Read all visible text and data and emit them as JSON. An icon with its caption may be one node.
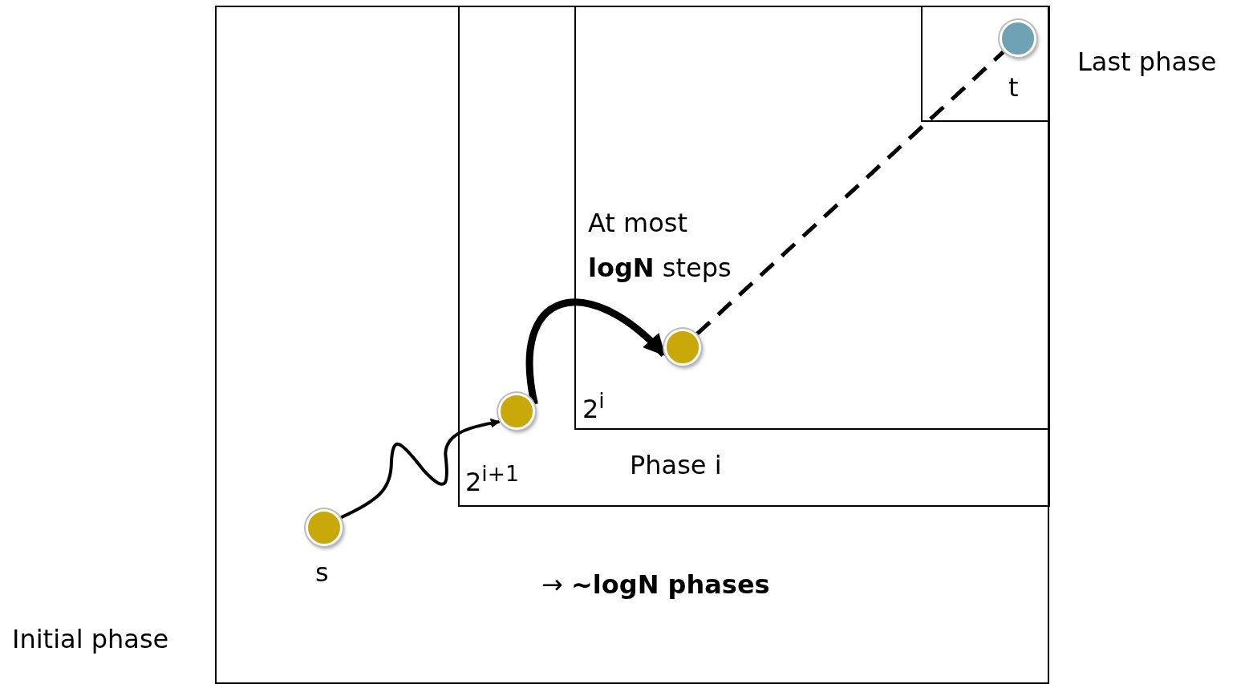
{
  "diagram": {
    "nodes": [
      {
        "text": [
          "Initial phase"
        ]
      },
      {
        "text": [
          "Phase i",
          "2$^{i+1}$"
        ],
        "in": 0
      },
      {
        "text": [
          "2$^{i}$"
        ],
        "in": 1
      },
      {
        "text": [
          "Last phase"
        ],
        "in": 2
      },
      {
        "text": [],
        "shape": "circle",
        "beside": [
          "s"
        ],
        "in": 0
      },
      {
        "text": [],
        "shape": "circle",
        "in": 1
      },
      {
        "text": [],
        "shape": "circle",
        "in": 2
      },
      {
        "text": [],
        "shape": "circle",
        "beside": [
          "t"
        ],
        "in": 3
      }
    ],
    "edges": [
      {
        "from": 4,
        "to": 5,
        "arrow": "to"
      },
      {
        "from": 5,
        "to": 6,
        "arrow": "to",
        "style": "thick"
      },
      {
        "from": 6,
        "to": 7,
        "arrow": "none",
        "style": "dashed"
      }
    ],
    "labels": [
      "At most **logN** steps",
      "→ **~logN phases**"
    ]
  }
}
